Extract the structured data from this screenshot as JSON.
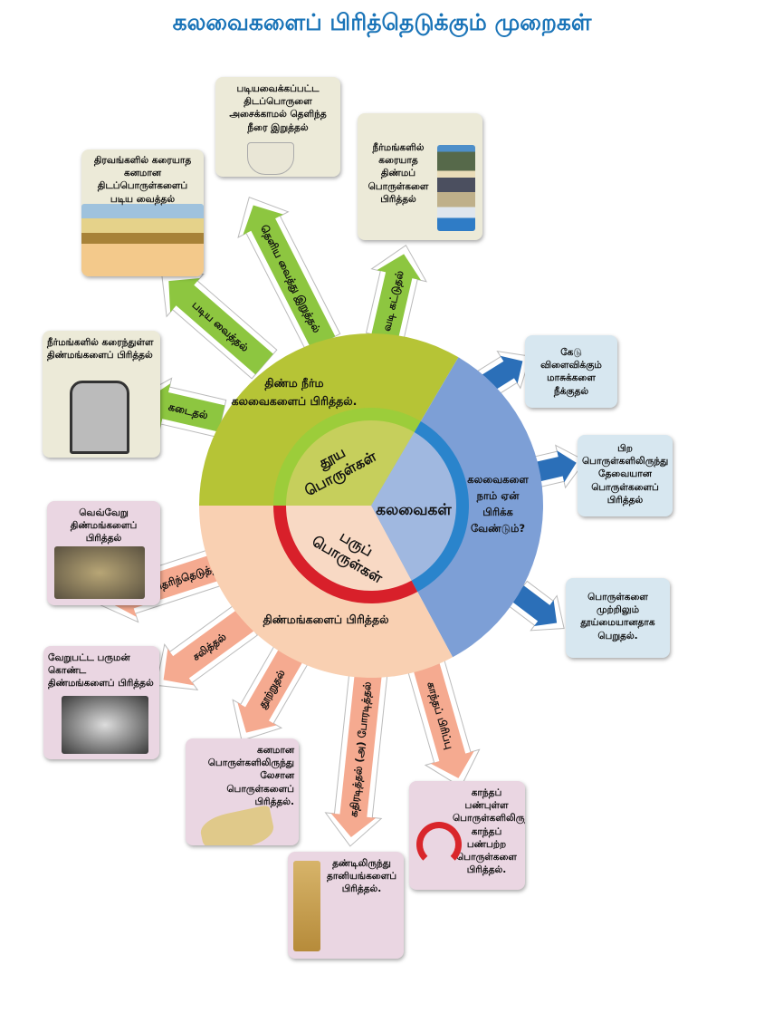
{
  "title": "கலவைகளைப் பிரித்தெடுக்கும் முறைகள்",
  "center": {
    "top_inner": [
      "தூய",
      "பொருள்கள்"
    ],
    "bottom_inner": [
      "பருப்",
      "பொருள்கள்"
    ],
    "right_inner": "கலவைகள்",
    "green_sector": [
      "திண்ம நீர்ம",
      "கலவைகளைப் பிரித்தல்."
    ],
    "peach_sector": "திண்மங்களைப் பிரித்தல்",
    "blue_sector": [
      "கலவைகளை",
      "நாம் ஏன்",
      "பிரிக்க",
      "வேண்டும்?"
    ]
  },
  "green_arrows": [
    "கடைதல்",
    "படிய வைத்தல்",
    "தெளிய வைத்து இறுத்தல்",
    "வடி கட்டுதல்"
  ],
  "pink_arrows": [
    "கையால் தெரிந்தெடுத்தல்",
    "சலித்தல்",
    "தூற்றுதல்",
    "கதிரடித்தல் (அ) போரடித்தல்",
    "காந்தப் பிரிப்பு"
  ],
  "boxes": {
    "churning": "நீர்மங்களில் கரைந்துள்ள திண்மங்களைப் பிரித்தல்",
    "sedimentation": "திரவங்களில் கரையாத கனமான திடப்பொருள்களைப் படிய வைத்தல்",
    "decantation": "படியவைக்கப்பட்ட திடப்பொருளை அசைக்காமல் தெளிந்த நீரை இறுத்தல்",
    "filtration": "நீர்மங்களில் கரையாத திண்மப் பொருள்களை பிரித்தல்",
    "reason1": "கேடு விளைவிக்கும் மாசுக்களை நீக்குதல்",
    "reason2": "பிற பொருள்களிலிருந்து தேவையான பொருள்களைப் பிரித்தல்",
    "reason3": "பொருள்களை முற்றிலும் தூய்மையானதாக பெறுதல்.",
    "handpicking": "வெவ்வேறு திண்மங்களைப் பிரித்தல்",
    "sieving": "வேறுபட்ட பருமன் கொண்ட திண்மங்களைப் பிரித்தல்",
    "winnowing": "கனமான பொருள்களிலிருந்து லேசான பொருள்களைப் பிரித்தல்.",
    "threshing": "தண்டிலிருந்து தானியங்களைப் பிரித்தல்.",
    "magnetic": "காந்தப் பண்புள்ள பொருள்களிலிருந்து காந்தப் பண்பற்ற பொருள்களை பிரித்தல்."
  },
  "colors": {
    "title": "#1a74b8",
    "green_sector": "#b6c436",
    "blue_sector": "#7d9fd6",
    "peach_sector": "#f9d0b2",
    "green_arrow": "#8dc640",
    "pink_arrow": "#f5aa90",
    "blue_arrow": "#2b6fb8"
  }
}
